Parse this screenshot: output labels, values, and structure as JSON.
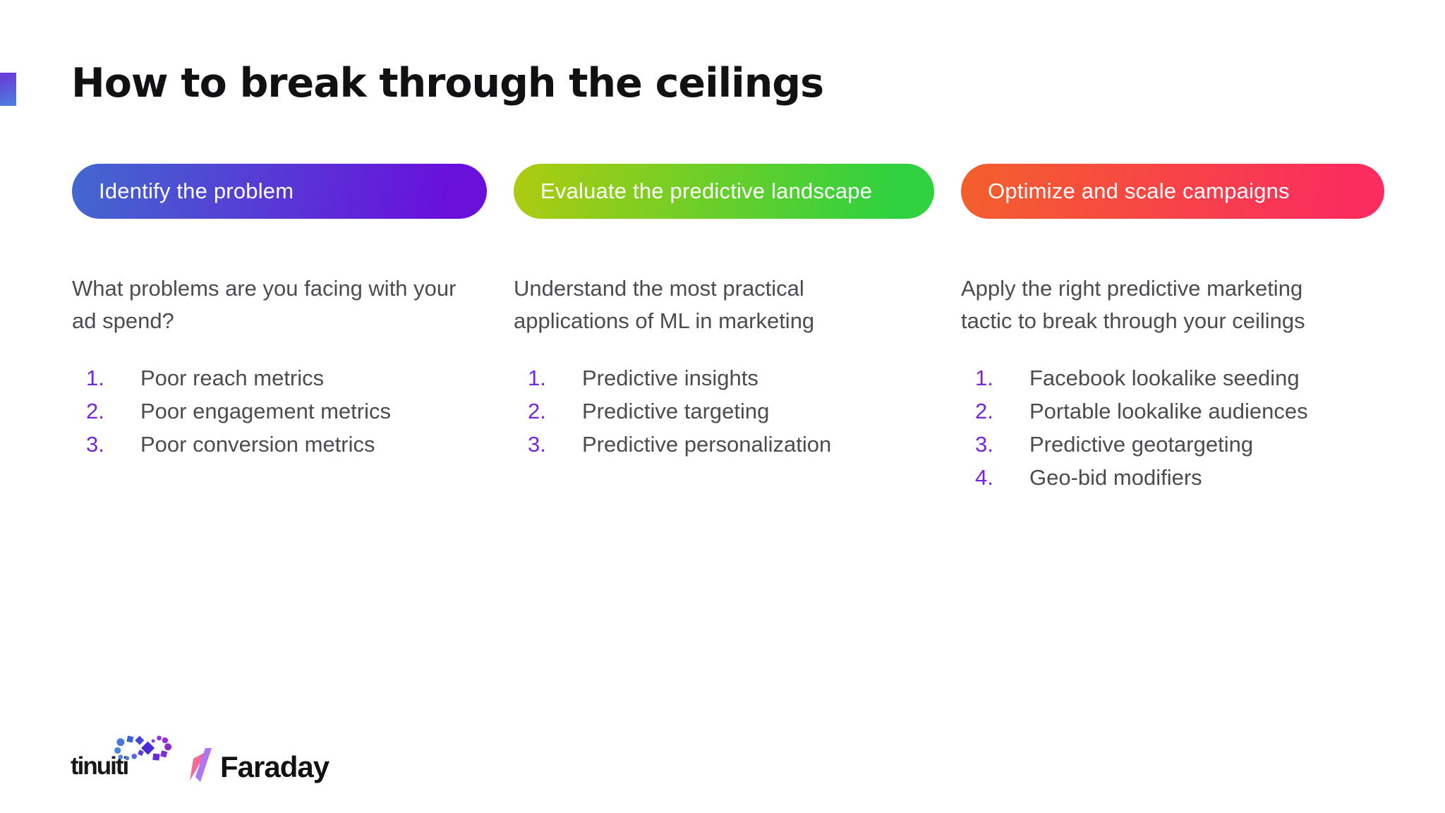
{
  "title": {
    "text": "How to break through the ceilings",
    "color": "#111113",
    "accent": {
      "gradient_from": "#6C35D8",
      "gradient_to": "#4D79DC"
    }
  },
  "markers": [
    "1.",
    "2.",
    "3.",
    "4."
  ],
  "list_colors": {
    "marker": "#7527DB",
    "text": "#4B4B51"
  },
  "columns": [
    {
      "pill": {
        "label": "Identify the problem",
        "gradient_from": "#4268CF",
        "gradient_to": "#6910DB"
      },
      "intro": "What problems are you facing with your ad spend?",
      "items": [
        "Poor reach metrics",
        "Poor engagement metrics",
        "Poor conversion metrics"
      ]
    },
    {
      "pill": {
        "label": "Evaluate the predictive landscape",
        "gradient_from": "#AECB10",
        "gradient_to": "#2FD140"
      },
      "intro": "Understand the most practical applications of ML in marketing",
      "items": [
        "Predictive insights",
        "Predictive targeting",
        "Predictive personalization"
      ]
    },
    {
      "pill": {
        "label": "Optimize and scale campaigns",
        "gradient_from": "#F4602C",
        "gradient_to": "#FA2D5E"
      },
      "intro": "Apply the right predictive marketing tactic to break through your ceilings",
      "items": [
        "Facebook lookalike seeding",
        "Portable lookalike audiences",
        "Predictive geotargeting",
        "Geo-bid modifiers"
      ]
    }
  ],
  "footer": {
    "tinuiti_label": "tinuiti",
    "faraday_label": "Faraday",
    "tinuiti_infinity_palette": [
      "#4E86DF",
      "#4678DC",
      "#3D62D4",
      "#4746D6",
      "#4A2BD2",
      "#5A3ED8",
      "#5168D8",
      "#4A7BDB",
      "#4C86DF",
      "#8A3FDE",
      "#9532DC",
      "#9C2BD3",
      "#8F29C9",
      "#7B2FD9",
      "#6A2BD8"
    ],
    "faraday_slash_colors": [
      "#EF6B9B",
      "#AE76F2"
    ]
  }
}
